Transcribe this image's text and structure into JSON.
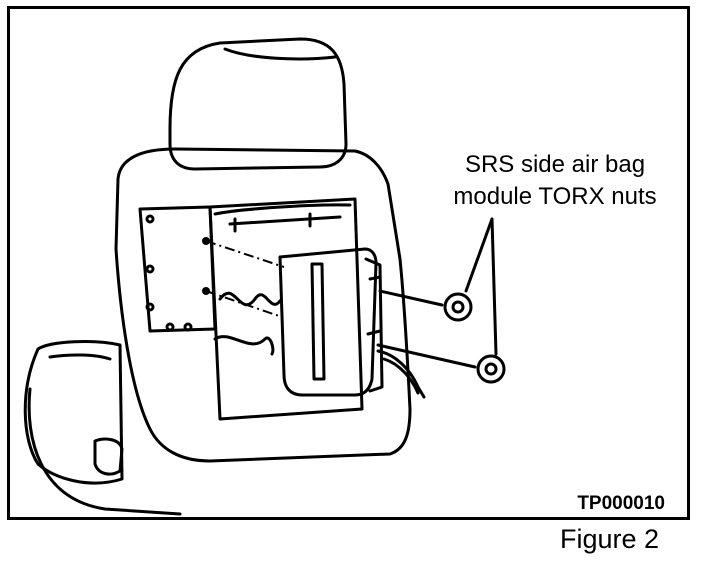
{
  "callout": {
    "line1": "SRS side air bag",
    "line2": "module TORX nuts"
  },
  "drawing_code": "TP000010",
  "figure_label": "Figure 2"
}
